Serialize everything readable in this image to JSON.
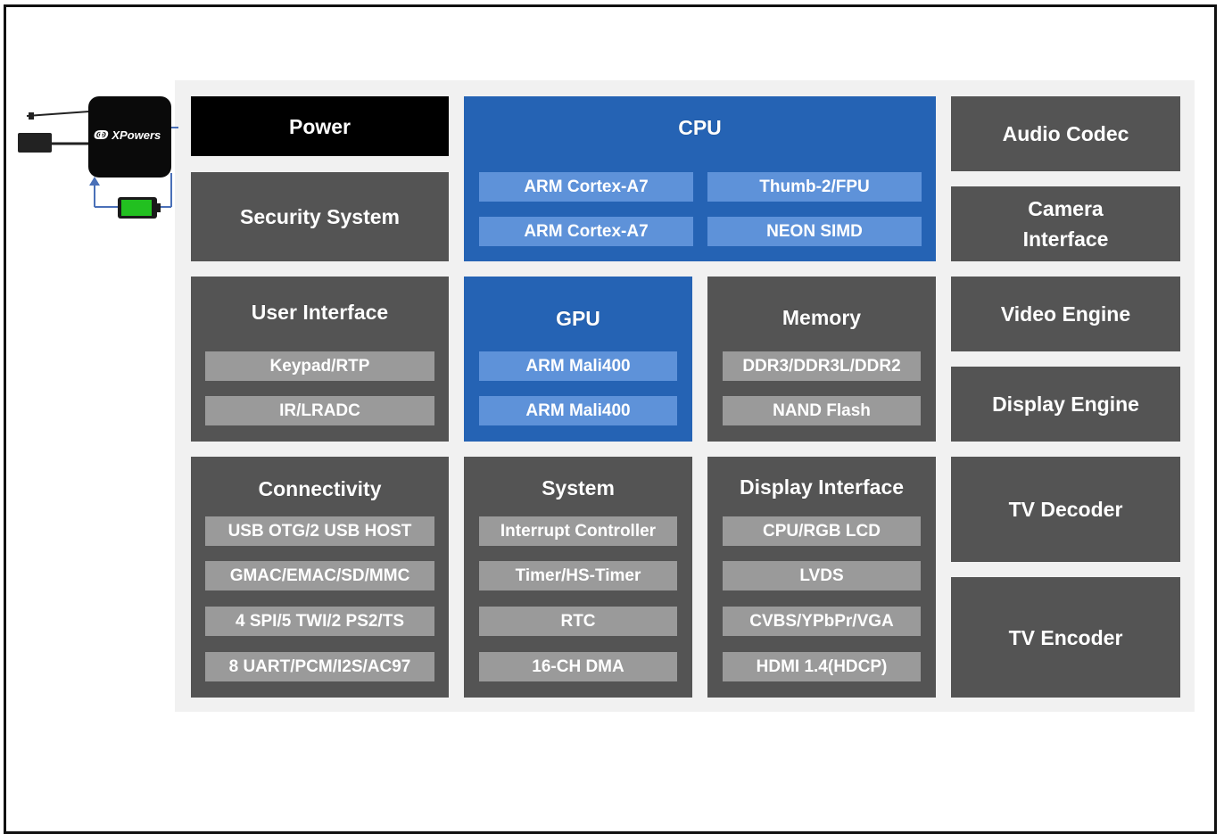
{
  "logo_text": "XPowers",
  "blocks": {
    "power": "Power",
    "security": "Security System",
    "cpu": {
      "title": "CPU",
      "items": [
        "ARM Cortex-A7",
        "Thumb-2/FPU",
        "ARM Cortex-A7",
        "NEON SIMD"
      ]
    },
    "audio": "Audio Codec",
    "camera": "Camera\nInterface",
    "user_interface": {
      "title": "User Interface",
      "items": [
        "Keypad/RTP",
        "IR/LRADC"
      ]
    },
    "gpu": {
      "title": "GPU",
      "items": [
        "ARM Mali400",
        "ARM Mali400"
      ]
    },
    "memory": {
      "title": "Memory",
      "items": [
        "DDR3/DDR3L/DDR2",
        "NAND Flash"
      ]
    },
    "video": "Video Engine",
    "display_engine": "Display Engine",
    "connectivity": {
      "title": "Connectivity",
      "items": [
        "USB OTG/2 USB HOST",
        "GMAC/EMAC/SD/MMC",
        "4 SPI/5 TWI/2 PS2/TS",
        "8 UART/PCM/I2S/AC97"
      ]
    },
    "system": {
      "title": "System",
      "items": [
        "Interrupt Controller",
        "Timer/HS-Timer",
        "RTC",
        "16-CH DMA"
      ]
    },
    "display_interface": {
      "title": "Display Interface",
      "items": [
        "CPU/RGB LCD",
        "LVDS",
        "CVBS/YPbPr/VGA",
        "HDMI 1.4(HDCP)"
      ]
    },
    "tv_decoder": "TV Decoder",
    "tv_encoder": "TV Encoder"
  },
  "colors": {
    "block_gray": "#545454",
    "block_blue": "#2563b4",
    "chip_gray": "#9a9a9a",
    "chip_blue": "#5e92d9",
    "power_black": "#000000"
  }
}
